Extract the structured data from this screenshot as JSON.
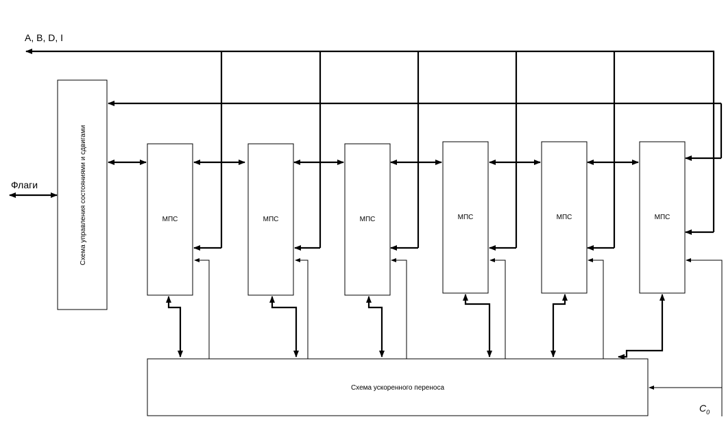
{
  "labels": {
    "bus_label": "A, B, D, I",
    "flags_label": "Флаги",
    "control_block": "Схема управления состояниями и сдвигами",
    "carry_block": "Схема ускоренного переноса",
    "carry_in": "C",
    "carry_in_sub": "0"
  },
  "mps_blocks": [
    {
      "label": "МПС"
    },
    {
      "label": "МПС"
    },
    {
      "label": "МПС"
    },
    {
      "label": "МПС"
    },
    {
      "label": "МПС"
    },
    {
      "label": "МПС"
    }
  ]
}
